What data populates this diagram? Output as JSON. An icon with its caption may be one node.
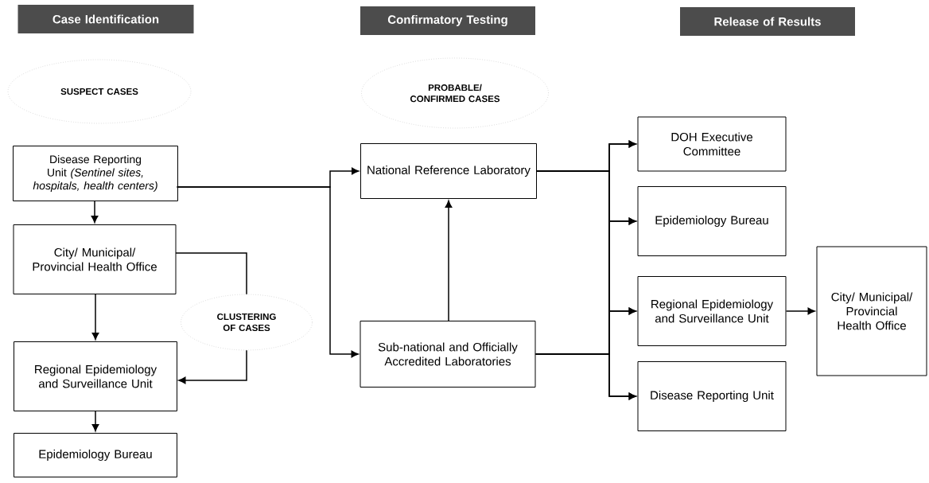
{
  "diagram": {
    "nodes": [
      {
        "text": [
          "Case Identification"
        ]
      },
      {
        "text": [
          "Confirmatory Testing"
        ]
      },
      {
        "text": [
          "Release of Results"
        ]
      },
      {
        "text": [
          "SUSPECT CASES"
        ]
      },
      {
        "text": [
          "PROBABLE/ CONFIRMED CASES"
        ]
      },
      {
        "text": [
          "Disease Reporting Unit *(Sentinel sites, hospitals, health centers)*"
        ]
      },
      {
        "text": [
          "City/ Municipal/ Provincial Health Office"
        ]
      },
      {
        "text": [
          "CLUSTERING OF CASES"
        ]
      },
      {
        "text": [
          "Regional Epidemiology and Surveillance Unit"
        ]
      },
      {
        "text": [
          "Epidemiology Bureau"
        ]
      },
      {
        "text": [
          "National Reference Laboratory"
        ]
      },
      {
        "text": [
          "Sub-national and Officially Accredited Laboratories"
        ]
      },
      {
        "text": [
          "DOH Executive Committee"
        ]
      },
      {
        "text": [
          "Epidemiology Bureau"
        ]
      },
      {
        "text": [
          "Regional Epidemiology and Surveillance Unit"
        ]
      },
      {
        "text": [
          "Disease Reporting Unit"
        ]
      },
      {
        "text": [
          "City/ Municipal/ Provincial Health Office"
        ]
      }
    ],
    "edges": [
      {
        "from": 5,
        "to": 6,
        "arrow": "to"
      },
      {
        "from": 6,
        "to": 8,
        "arrow": "to"
      },
      {
        "from": 8,
        "to": 9,
        "arrow": "to"
      },
      {
        "from": 6,
        "to": 7,
        "arrow": "none"
      },
      {
        "from": 7,
        "to": 8,
        "arrow": "to"
      },
      {
        "from": 5,
        "to": 10,
        "arrow": "to"
      },
      {
        "from": 5,
        "to": 11,
        "arrow": "to"
      },
      {
        "from": 11,
        "to": 10,
        "arrow": "to"
      },
      {
        "from": 10,
        "to": 12,
        "arrow": "to"
      },
      {
        "from": 10,
        "to": 13,
        "arrow": "to"
      },
      {
        "from": 10,
        "to": 14,
        "arrow": "to"
      },
      {
        "from": 10,
        "to": 15,
        "arrow": "to"
      },
      {
        "from": 11,
        "to": 12,
        "arrow": "to"
      },
      {
        "from": 11,
        "to": 13,
        "arrow": "to"
      },
      {
        "from": 11,
        "to": 14,
        "arrow": "to"
      },
      {
        "from": 11,
        "to": 15,
        "arrow": "to"
      },
      {
        "from": 14,
        "to": 16,
        "arrow": "to"
      }
    ]
  }
}
